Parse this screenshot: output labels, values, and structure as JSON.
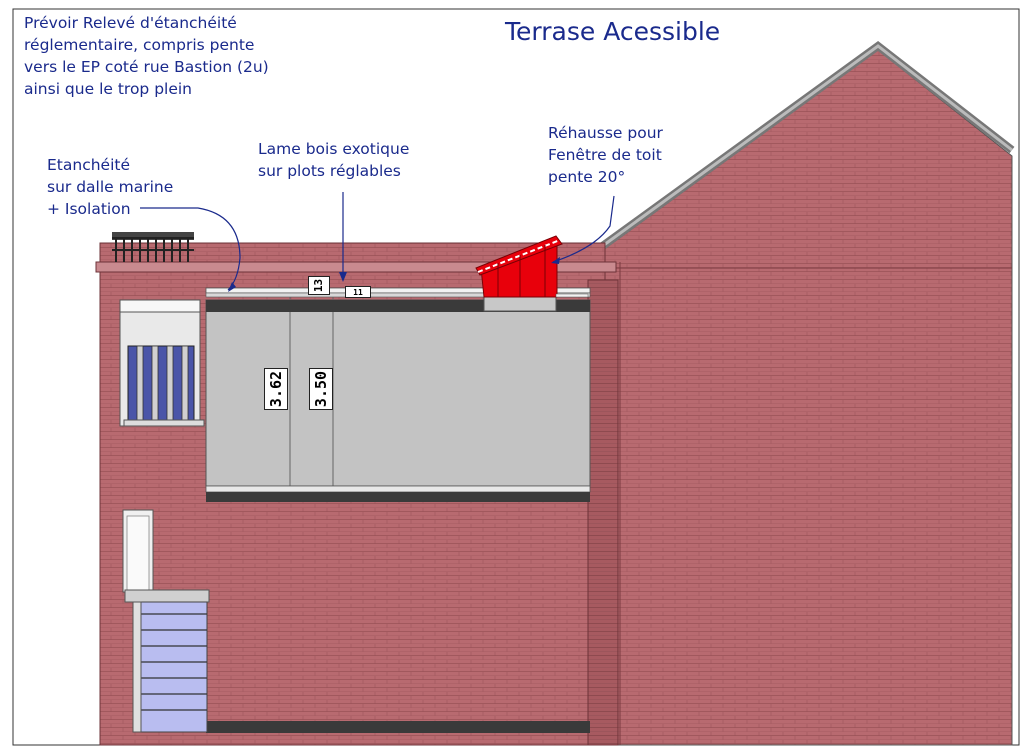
{
  "title": "Terrase Acessible",
  "notes": {
    "releve": "Prévoir Relevé d'étanchéité\nréglementaire, compris pente\nvers le EP coté rue Bastion (2u)\nainsi que le trop plein",
    "etancheite": "Etanchéité\nsur dalle marine\n+ Isolation",
    "lame_bois": "Lame bois exotique\nsur plots réglables",
    "rehausse": "Réhausse pour\nFenêtre de toit\npente 20°"
  },
  "dimensions": {
    "height_total": "3.62",
    "height_inner": "3.50",
    "deck_13": "13",
    "deck_11": "11"
  },
  "colors": {
    "annotation": "#1a2a8c",
    "brick": "#b86a70",
    "interior": "#c3c3c3",
    "skylight_raise": "#e8000b",
    "glazing": "#4a55a8",
    "staircase": "#b9bdf0"
  }
}
